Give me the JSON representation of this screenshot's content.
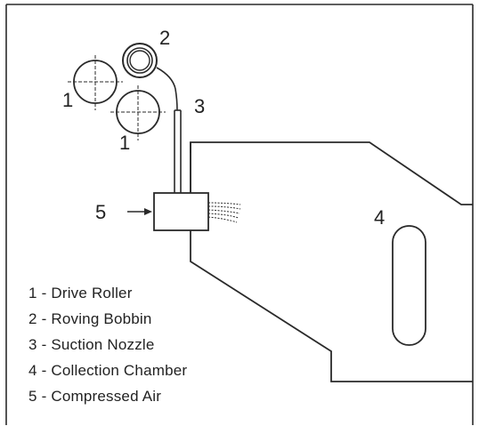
{
  "labels": {
    "roller_top": "1",
    "roller_bottom": "1",
    "bobbin": "2",
    "nozzle": "3",
    "chamber": "4",
    "air": "5"
  },
  "legend": [
    "1 - Drive Roller",
    "2 - Roving Bobbin",
    "3 - Suction Nozzle",
    "4 - Collection Chamber",
    "5 - Compressed Air"
  ],
  "colors": {
    "line": "#2a2a2a",
    "background": "#ffffff"
  }
}
